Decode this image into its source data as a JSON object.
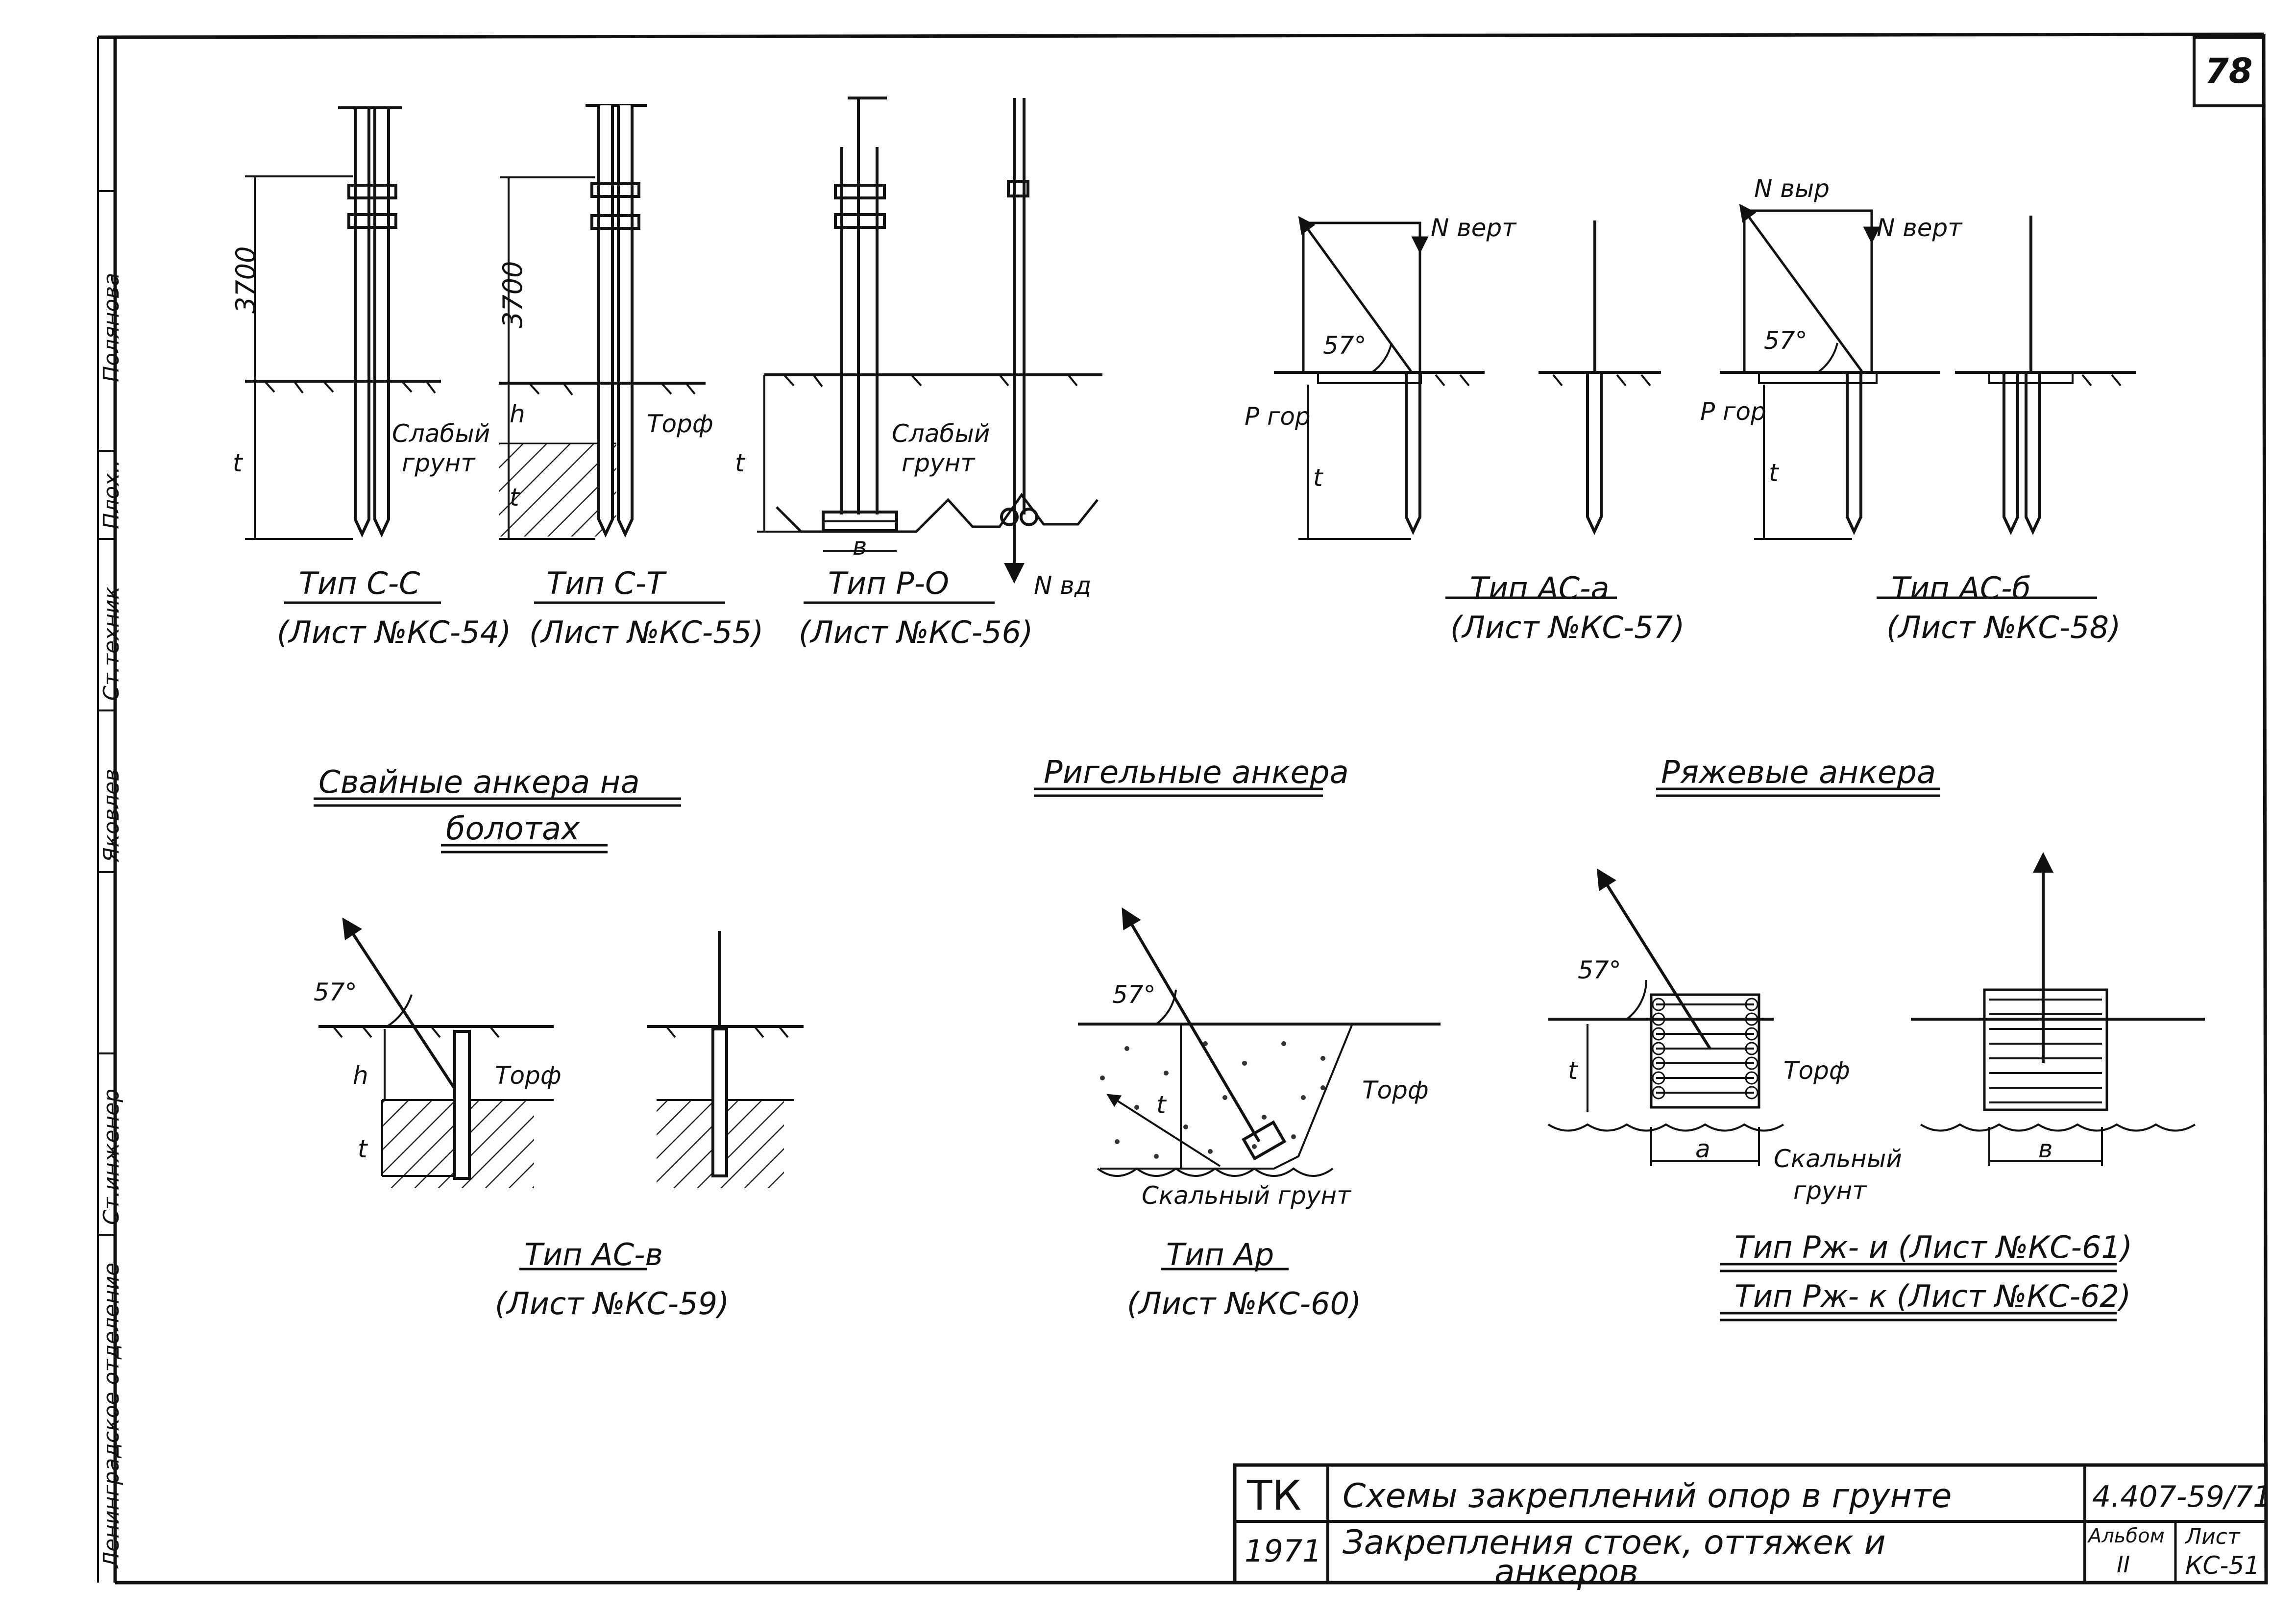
{
  "sheet_number": "78",
  "side_stamp": [
    "Ленинградское отделение",
    "Ст.инженер",
    "Яковлев",
    "Ст.техник",
    "Плох..",
    "Полянова"
  ],
  "section_headings": {
    "pile_anchors": [
      "Свайные анкера на",
      "болотах"
    ],
    "crossbar_anchors": "Ригельные анкера",
    "raft_anchors": "Ряжевые анкера"
  },
  "dims": {
    "height": "3700",
    "depth": "t",
    "peat_depth": "h",
    "width_b": "в",
    "width_a": "а",
    "angle": "57°"
  },
  "forces": {
    "vert": "N верт",
    "vyr": "N выр",
    "gor": "Р гор",
    "bd": "N вд"
  },
  "soils": {
    "weak": [
      "Слабый",
      "грунт"
    ],
    "peat": "Торф",
    "rock": "Скальный грунт",
    "rock2": [
      "Скальный",
      "грунт"
    ]
  },
  "types": [
    {
      "name": "Тип С-С",
      "sheet": "(Лист №КС-54)"
    },
    {
      "name": "Тип С-Т",
      "sheet": "(Лист №КС-55)"
    },
    {
      "name": "Тип Р-О",
      "sheet": "(Лист №КС-56)"
    },
    {
      "name": "Тип АС-а",
      "sheet": "(Лист №КС-57)"
    },
    {
      "name": "Тип АС-б",
      "sheet": "(Лист №КС-58)"
    },
    {
      "name": "Тип АС-в",
      "sheet": "(Лист №КС-59)"
    },
    {
      "name": "Тип Ар",
      "sheet": "(Лист №КС-60)"
    }
  ],
  "raft_types": [
    "Тип Рж- и (Лист №КС-61)",
    "Тип Рж- к (Лист №КС-62)"
  ],
  "title_block": {
    "org": "ТК",
    "year": "1971",
    "title1": "Схемы закреплений опор в грунте",
    "title2": [
      "Закрепления стоек, оттяжек и",
      "анкеров"
    ],
    "code": "4.407-59/71",
    "album_label": "Альбом",
    "album_value": "II",
    "sheet_label": "Лист",
    "sheet_value": "КС-51"
  }
}
